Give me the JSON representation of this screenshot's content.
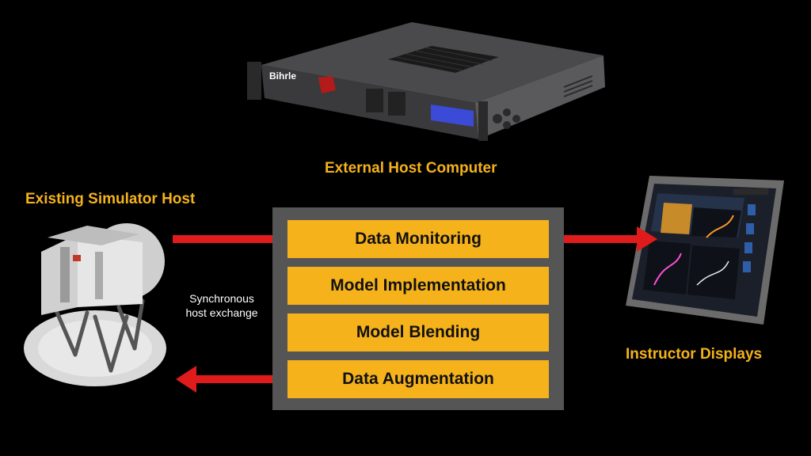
{
  "labels": {
    "external_host": "External Host Computer",
    "existing_host": "Existing Simulator Host",
    "instructor": "Instructor Displays",
    "sync_line1": "Synchronous",
    "sync_line2": "host exchange"
  },
  "hardware": {
    "brand": "Bihrle"
  },
  "blocks": [
    "Data Monitoring",
    "Model Implementation",
    "Model Blending",
    "Data Augmentation"
  ],
  "colors": {
    "accent": "#f5b21b",
    "arrow": "#e01b1b",
    "panel": "#555556",
    "background": "#000000"
  }
}
